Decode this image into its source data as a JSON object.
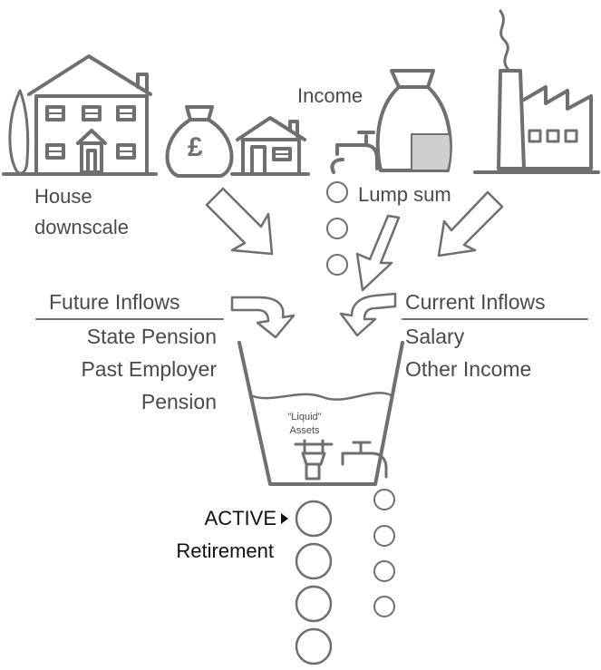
{
  "labels": {
    "income": "Income",
    "house_line1": "House",
    "house_line2": "downscale",
    "lump_sum": "Lump sum",
    "future_inflows": "Future Inflows",
    "state_pension": "State Pension",
    "past_employer_line1": "Past Employer",
    "past_employer_line2": "Pension",
    "current_inflows": "Current Inflows",
    "salary": "Salary",
    "other_income": "Other Income",
    "liquid_line1": "\"Liquid\"",
    "liquid_line2": "Assets",
    "active": "ACTIVE",
    "retirement": "Retirement"
  },
  "icons": {
    "money_bag_symbol": "£"
  },
  "colors": {
    "stroke": "#6f6f6f",
    "fill_grey": "#cfcfcf",
    "text": "#4a4a4a",
    "text_dark": "#111111"
  }
}
